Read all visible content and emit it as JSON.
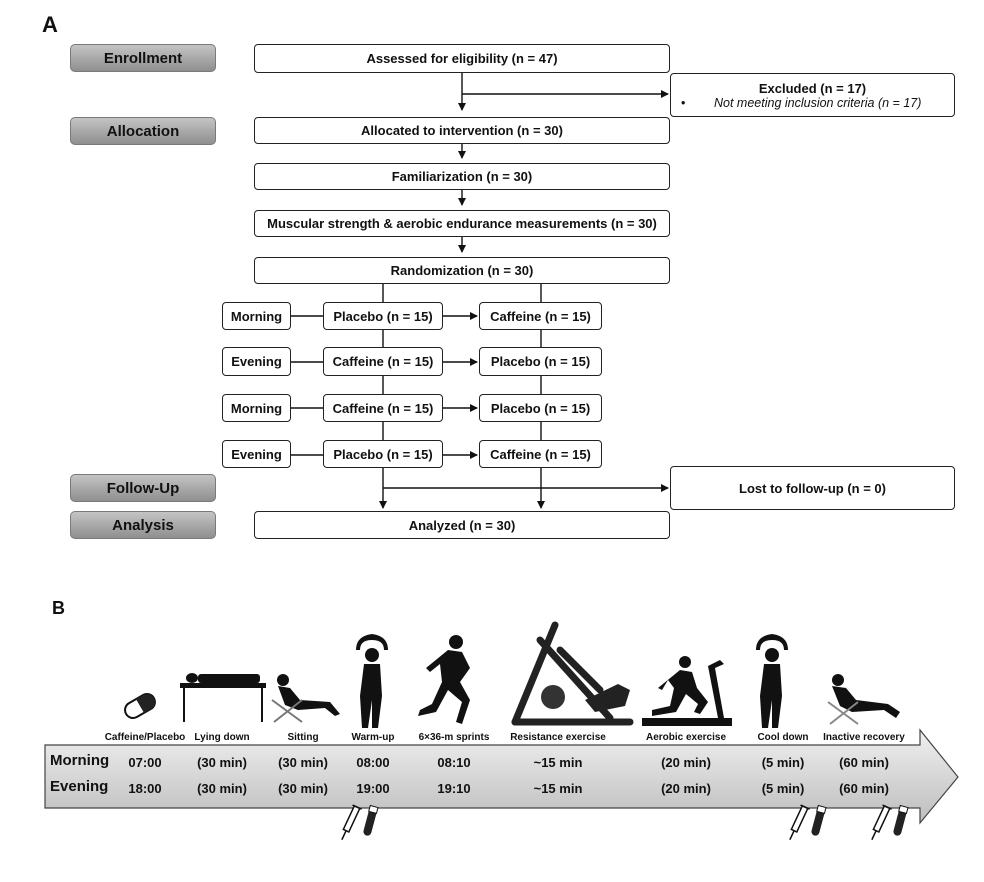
{
  "panel_a": {
    "label": "A",
    "phases": {
      "enrollment": "Enrollment",
      "allocation": "Allocation",
      "follow_up": "Follow-Up",
      "analysis": "Analysis"
    },
    "assessed": "Assessed for eligibility (n = 47)",
    "excluded": {
      "title": "Excluded  (n = 17)",
      "bullet": "•",
      "reason": "Not meeting inclusion criteria (n = 17)"
    },
    "allocated": "Allocated to intervention (n = 30)",
    "familiarization": "Familiarization  (n = 30)",
    "measurements": "Muscular strength & aerobic endurance measurements (n = 30)",
    "randomization": "Randomization  (n = 30)",
    "arms": [
      {
        "time": "Morning",
        "first": "Placebo (n = 15)",
        "second": "Caffeine (n = 15)"
      },
      {
        "time": "Evening",
        "first": "Caffeine (n = 15)",
        "second": "Placebo (n = 15)"
      },
      {
        "time": "Morning",
        "first": "Caffeine (n = 15)",
        "second": "Placebo (n = 15)"
      },
      {
        "time": "Evening",
        "first": "Placebo (n = 15)",
        "second": "Caffeine (n = 15)"
      }
    ],
    "lost": "Lost to follow-up (n = 0)",
    "analyzed": "Analyzed (n = 30)"
  },
  "panel_b": {
    "label": "B",
    "steps": [
      {
        "label": "Caffeine/Placebo",
        "icon": "capsule-icon",
        "morning": "07:00",
        "evening": "18:00"
      },
      {
        "label": "Lying down",
        "icon": "lying-person-icon",
        "morning": "(30 min)",
        "evening": "(30 min)"
      },
      {
        "label": "Sitting",
        "icon": "sitting-person-icon",
        "morning": "(30 min)",
        "evening": "(30 min)"
      },
      {
        "label": "Warm-up",
        "icon": "stretching-person-icon",
        "morning": "08:00",
        "evening": "19:00"
      },
      {
        "label": "6×36-m sprints",
        "icon": "sprinter-icon",
        "morning": "08:10",
        "evening": "19:10"
      },
      {
        "label": "Resistance exercise",
        "icon": "leg-press-icon",
        "morning": "~15 min",
        "evening": "~15 min"
      },
      {
        "label": "Aerobic exercise",
        "icon": "treadmill-runner-icon",
        "morning": "(20 min)",
        "evening": "(20 min)"
      },
      {
        "label": "Cool down",
        "icon": "stretching-person-icon",
        "morning": "(5 min)",
        "evening": "(5 min)"
      },
      {
        "label": "Inactive recovery",
        "icon": "reclining-person-icon",
        "morning": "(60 min)",
        "evening": "(60 min)"
      }
    ],
    "rows": {
      "morning": "Morning",
      "evening": "Evening"
    },
    "blood_samples": [
      "Warm-up",
      "Cool down",
      "Inactive recovery"
    ]
  }
}
